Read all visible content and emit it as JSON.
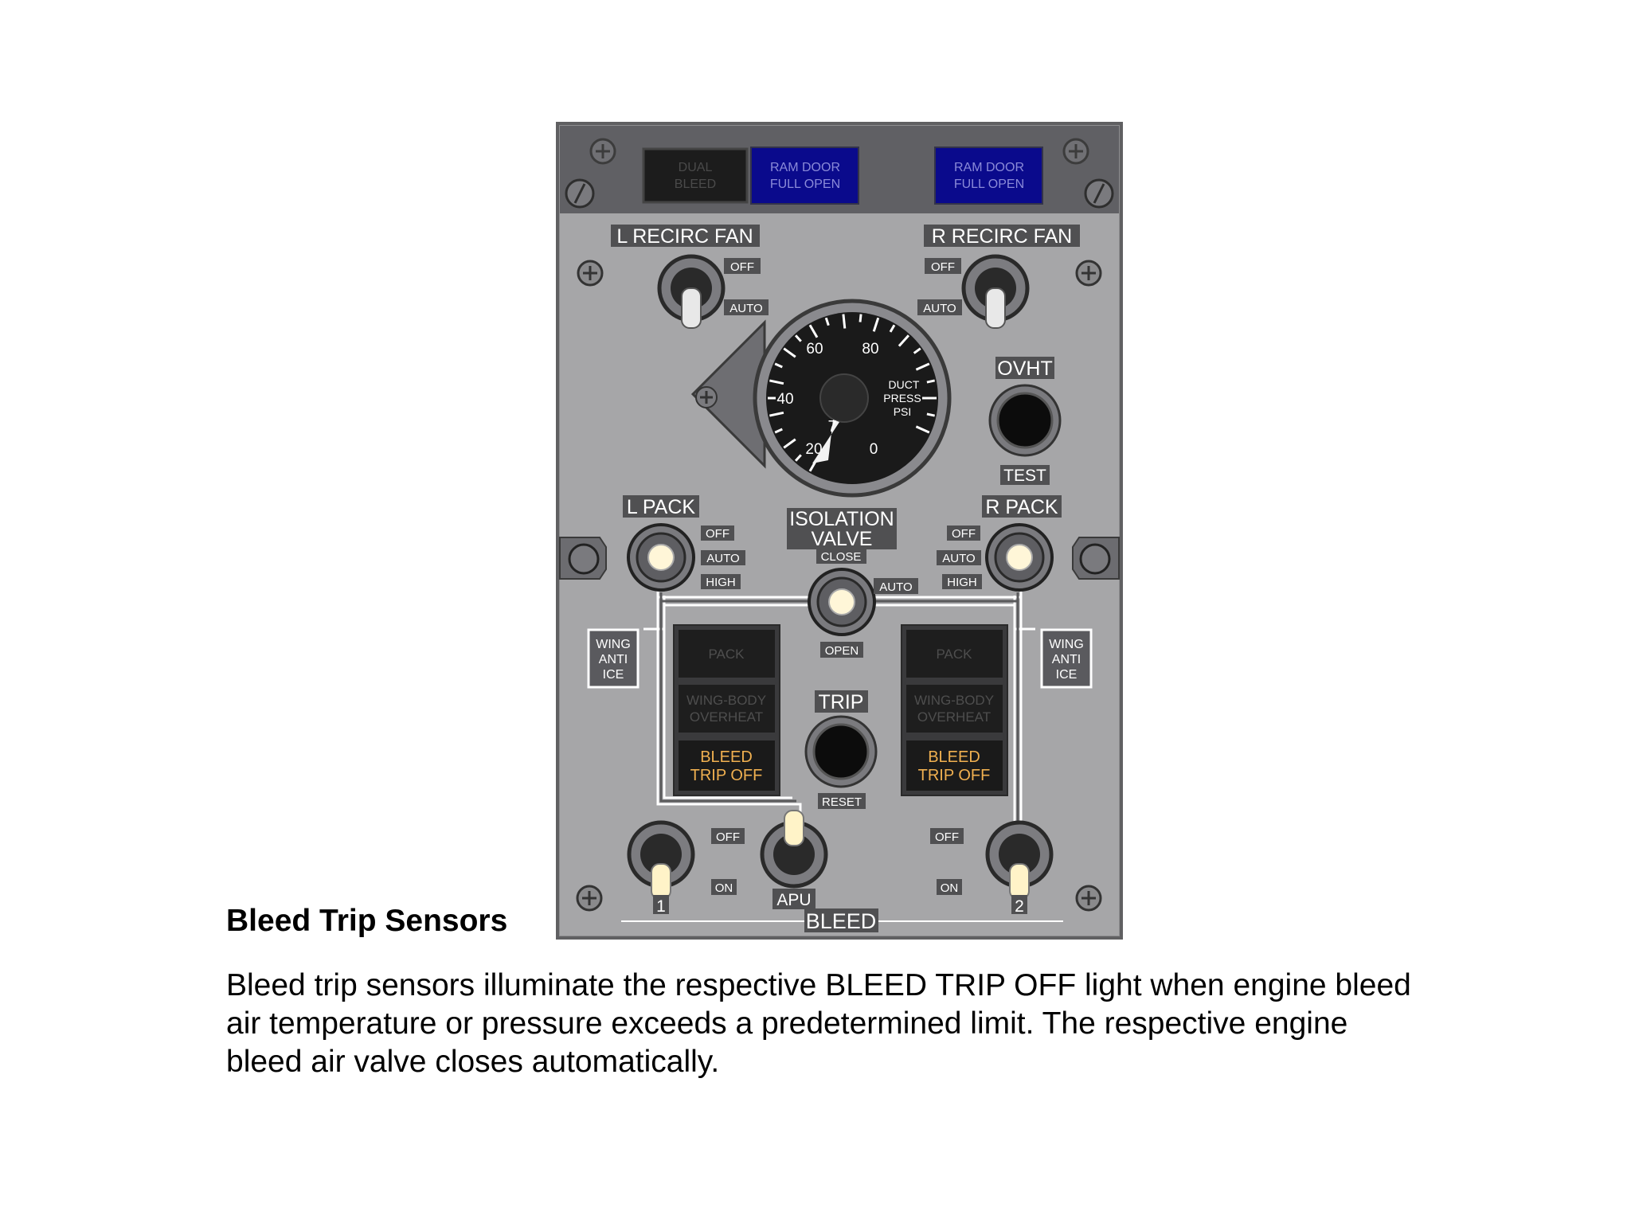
{
  "slide": {
    "heading": "Bleed Trip Sensors",
    "paragraph_lines": [
      "Bleed trip sensors illuminate the respective BLEED TRIP OFF light when engine bleed",
      "air temperature or pressure exceeds a predetermined limit. The respective engine",
      "bleed air valve closes automatically."
    ]
  },
  "panel": {
    "annunciators_top": {
      "dual_bleed": [
        "DUAL",
        "BLEED"
      ],
      "ram_door_left": [
        "RAM DOOR",
        "FULL OPEN"
      ],
      "ram_door_right": [
        "RAM DOOR",
        "FULL OPEN"
      ]
    },
    "l_recirc_fan": {
      "title": "L RECIRC FAN",
      "off": "OFF",
      "auto": "AUTO"
    },
    "r_recirc_fan": {
      "title": "R RECIRC FAN",
      "off": "OFF",
      "auto": "AUTO"
    },
    "gauge": {
      "ticks": [
        "60",
        "80",
        "40",
        "20",
        "0"
      ],
      "label": [
        "DUCT",
        "PRESS",
        "PSI"
      ],
      "needle_mark": "7"
    },
    "ovht": {
      "title": "OVHT",
      "test": "TEST"
    },
    "l_pack": {
      "title": "L PACK",
      "off": "OFF",
      "auto": "AUTO",
      "high": "HIGH"
    },
    "r_pack": {
      "title": "R PACK",
      "off": "OFF",
      "auto": "AUTO",
      "high": "HIGH"
    },
    "isolation_valve": {
      "title": [
        "ISOLATION",
        "VALVE"
      ],
      "close": "CLOSE",
      "auto": "AUTO",
      "open": "OPEN"
    },
    "wing_anti_ice_left": [
      "WING",
      "ANTI",
      "ICE"
    ],
    "wing_anti_ice_right": [
      "WING",
      "ANTI",
      "ICE"
    ],
    "left_lights": {
      "pack": "PACK",
      "wing_body": [
        "WING-BODY",
        "OVERHEAT"
      ],
      "bleed_trip": [
        "BLEED",
        "TRIP OFF"
      ]
    },
    "right_lights": {
      "pack": "PACK",
      "wing_body": [
        "WING-BODY",
        "OVERHEAT"
      ],
      "bleed_trip": [
        "BLEED",
        "TRIP OFF"
      ]
    },
    "trip": {
      "title": "TRIP",
      "reset": "RESET"
    },
    "bleed_switches": {
      "off_left": "OFF",
      "on_left": "ON",
      "off_right": "OFF",
      "on_right": "ON",
      "eng1": "1",
      "eng2": "2",
      "apu": "APU",
      "bleed": "BLEED"
    },
    "colors": {
      "panel": "#a6a6a8",
      "blue_light": "#0a0a8c",
      "amber": "#f0b050",
      "dark": "#1a1a1a"
    }
  }
}
